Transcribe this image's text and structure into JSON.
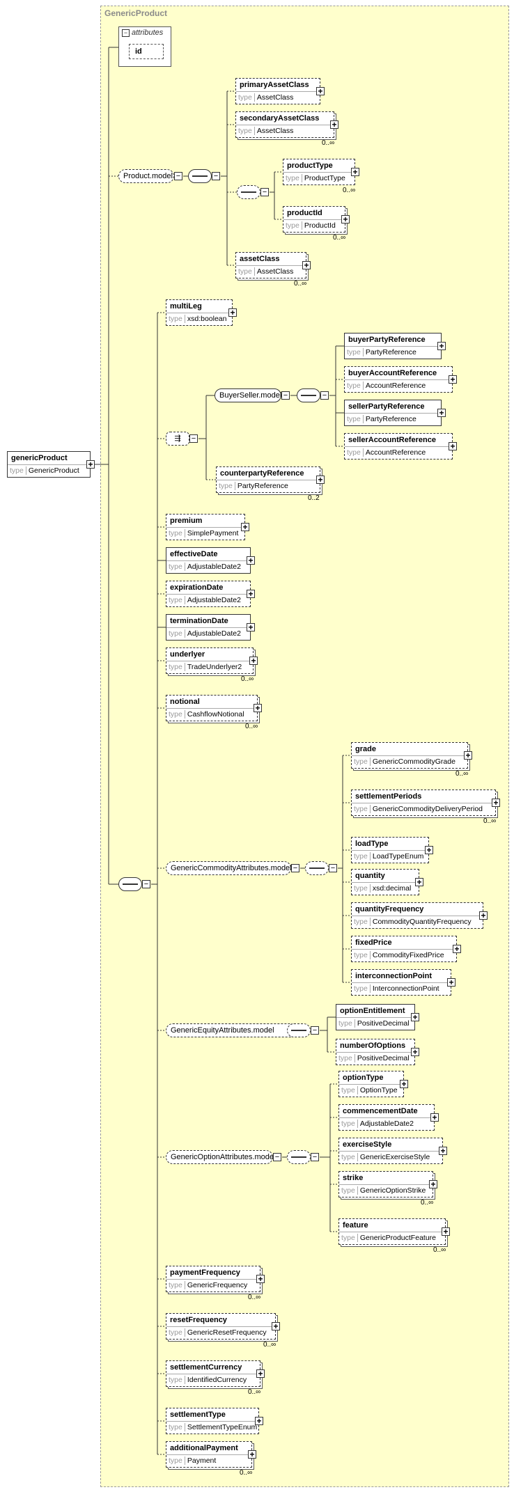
{
  "group": {
    "title": "GenericProduct"
  },
  "attributes": {
    "title": "attributes",
    "toggle": "−",
    "id": "id"
  },
  "type_keyword": "type",
  "root": {
    "name": "genericProduct",
    "type": "GenericProduct"
  },
  "models": {
    "product": "Product.model",
    "buyer_seller": "BuyerSeller.model",
    "commodity": "GenericCommodityAttributes.model",
    "equity": "GenericEquityAttributes.model",
    "option": "GenericOptionAttributes.model"
  },
  "elements": [
    {
      "name": "primaryAssetClass",
      "type": "AssetClass",
      "card": ""
    },
    {
      "name": "secondaryAssetClass",
      "type": "AssetClass",
      "card": "0..∞"
    },
    {
      "name": "productType",
      "type": "ProductType",
      "card": "0..∞"
    },
    {
      "name": "productId",
      "type": "ProductId",
      "card": "0..∞"
    },
    {
      "name": "assetClass",
      "type": "AssetClass",
      "card": "0..∞"
    },
    {
      "name": "multiLeg",
      "type": "xsd:boolean",
      "card": ""
    },
    {
      "name": "buyerPartyReference",
      "type": "PartyReference",
      "card": ""
    },
    {
      "name": "buyerAccountReference",
      "type": "AccountReference",
      "card": ""
    },
    {
      "name": "sellerPartyReference",
      "type": "PartyReference",
      "card": ""
    },
    {
      "name": "sellerAccountReference",
      "type": "AccountReference",
      "card": ""
    },
    {
      "name": "counterpartyReference",
      "type": "PartyReference",
      "card": "0..2"
    },
    {
      "name": "premium",
      "type": "SimplePayment",
      "card": ""
    },
    {
      "name": "effectiveDate",
      "type": "AdjustableDate2",
      "card": ""
    },
    {
      "name": "expirationDate",
      "type": "AdjustableDate2",
      "card": ""
    },
    {
      "name": "terminationDate",
      "type": "AdjustableDate2",
      "card": ""
    },
    {
      "name": "underlyer",
      "type": "TradeUnderlyer2",
      "card": "0..∞"
    },
    {
      "name": "notional",
      "type": "CashflowNotional",
      "card": "0..∞"
    },
    {
      "name": "grade",
      "type": "GenericCommodityGrade",
      "card": "0..∞"
    },
    {
      "name": "settlementPeriods",
      "type": "GenericCommodityDeliveryPeriod",
      "card": "0..∞"
    },
    {
      "name": "loadType",
      "type": "LoadTypeEnum",
      "card": ""
    },
    {
      "name": "quantity",
      "type": "xsd:decimal",
      "card": ""
    },
    {
      "name": "quantityFrequency",
      "type": "CommodityQuantityFrequency",
      "card": ""
    },
    {
      "name": "fixedPrice",
      "type": "CommodityFixedPrice",
      "card": ""
    },
    {
      "name": "interconnectionPoint",
      "type": "InterconnectionPoint",
      "card": ""
    },
    {
      "name": "optionEntitlement",
      "type": "PositiveDecimal",
      "card": ""
    },
    {
      "name": "numberOfOptions",
      "type": "PositiveDecimal",
      "card": ""
    },
    {
      "name": "optionType",
      "type": "OptionType",
      "card": ""
    },
    {
      "name": "commencementDate",
      "type": "AdjustableDate2",
      "card": ""
    },
    {
      "name": "exerciseStyle",
      "type": "GenericExerciseStyle",
      "card": ""
    },
    {
      "name": "strike",
      "type": "GenericOptionStrike",
      "card": "0..∞"
    },
    {
      "name": "feature",
      "type": "GenericProductFeature",
      "card": "0..∞"
    },
    {
      "name": "paymentFrequency",
      "type": "GenericFrequency",
      "card": "0..∞"
    },
    {
      "name": "resetFrequency",
      "type": "GenericResetFrequency",
      "card": "0..∞"
    },
    {
      "name": "settlementCurrency",
      "type": "IdentifiedCurrency",
      "card": "0..∞"
    },
    {
      "name": "settlementType",
      "type": "SettlementTypeEnum",
      "card": ""
    },
    {
      "name": "additionalPayment",
      "type": "Payment",
      "card": "0..∞"
    }
  ],
  "symbols": {
    "plus": "+",
    "minus": "−"
  }
}
